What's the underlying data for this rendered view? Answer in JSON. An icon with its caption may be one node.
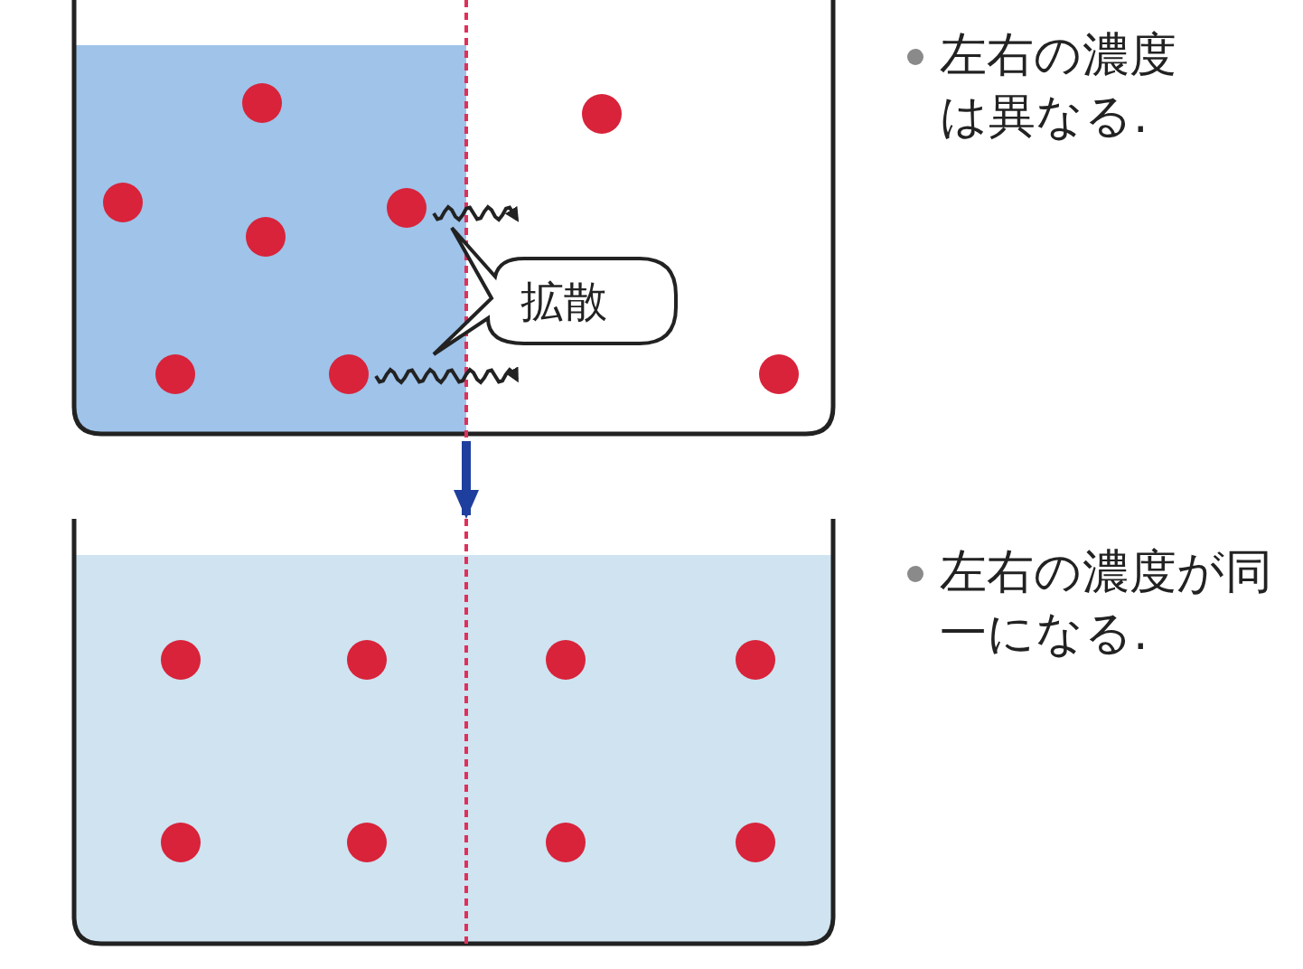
{
  "diagram": {
    "nodes": [
      {
        "text": [],
        "shape": "picture",
        "beside": [
          "左右の濃度は異なる."
        ]
      },
      {
        "text": [
          "拡散"
        ],
        "in": 0
      },
      {
        "text": [],
        "shape": "picture",
        "beside": [
          "左右の濃度が同一になる."
        ]
      }
    ],
    "edges": [
      {
        "from": 0,
        "to": 2,
        "arrow": "to",
        "color": "#1f3f9e"
      }
    ]
  }
}
